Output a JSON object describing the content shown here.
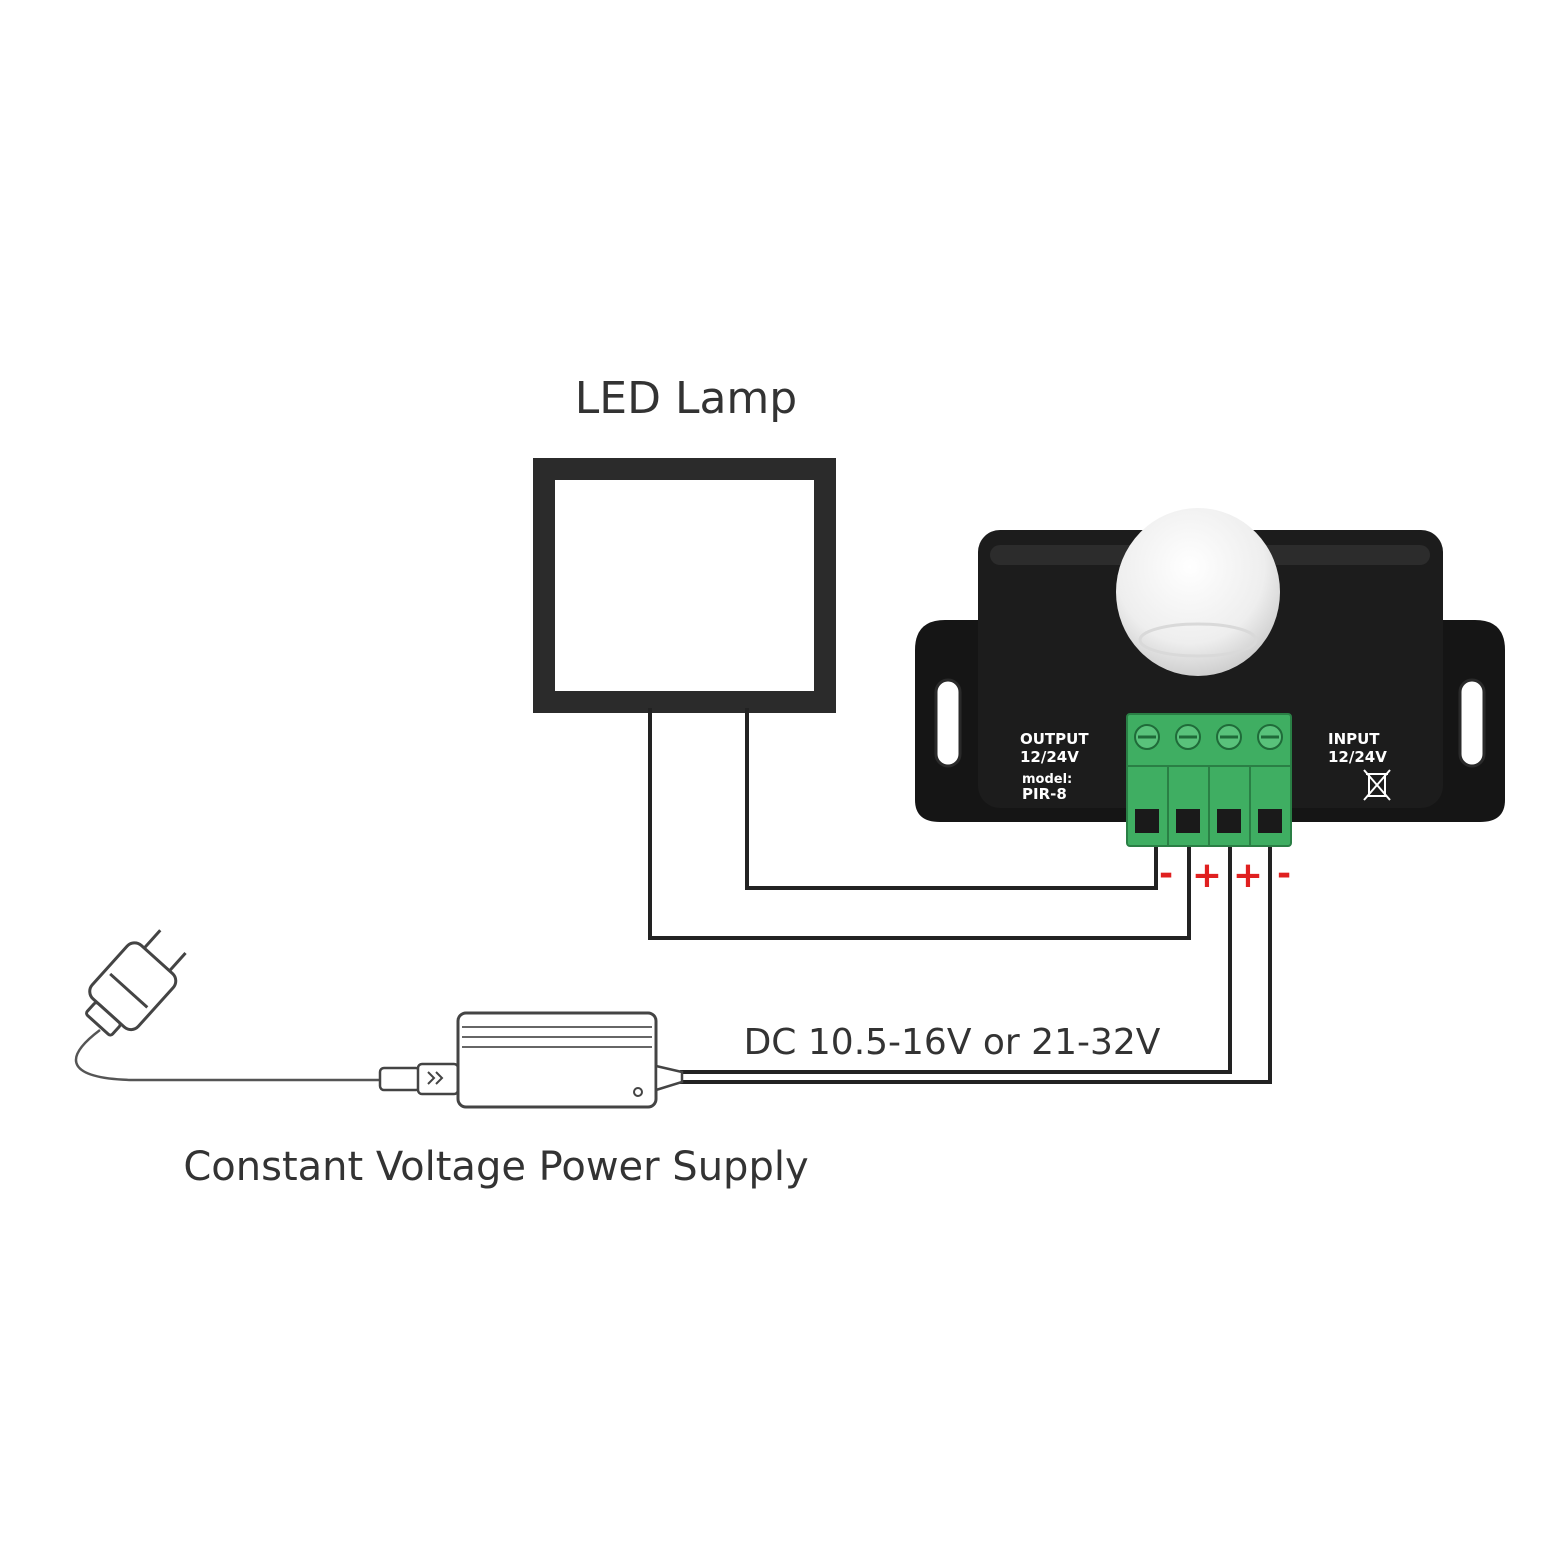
{
  "labels": {
    "lamp": "LED Lamp",
    "voltage": "DC 10.5-16V or 21-32V",
    "power_supply": "Constant Voltage Power Supply"
  },
  "device": {
    "output_label": "OUTPUT",
    "output_voltage": "12/24V",
    "model_label": "model:",
    "model_name": "PIR-8",
    "input_label": "INPUT",
    "input_voltage": "12/24V",
    "body_color": "#1b1b1b",
    "terminal_color": "#3fae62",
    "dome_color": "#f4f4f4"
  },
  "terminals": {
    "polarity": [
      "-",
      "+",
      "+",
      "-"
    ],
    "polarity_color": "#e02020"
  },
  "icons": [
    "plug-icon",
    "power-adapter-icon",
    "pir-sensor-icon",
    "terminal-block-icon",
    "recycle-bin-icon"
  ]
}
